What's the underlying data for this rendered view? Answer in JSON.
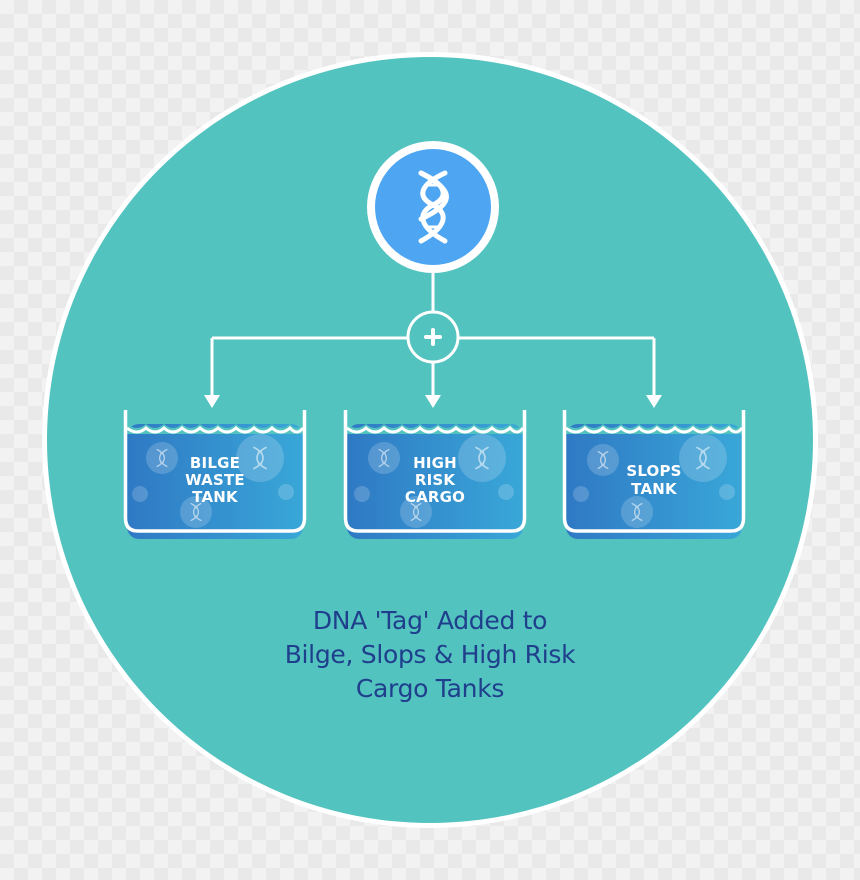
{
  "colors": {
    "circle_fill": "#52c3bf",
    "circle_ring": "#ffffff",
    "dna_badge": "#4ea6f2",
    "tank_water_dark": "#2f79c4",
    "tank_water_light": "#39a7d8",
    "caption": "#1f3f8c"
  },
  "diagram": {
    "top_node_icon": "dna-icon",
    "junction_icon": "plus-icon",
    "tanks": [
      {
        "id": "bilge",
        "label_lines": [
          "BILGE",
          "WASTE",
          "TANK"
        ]
      },
      {
        "id": "cargo",
        "label_lines": [
          "HIGH",
          "RISK",
          "CARGO"
        ]
      },
      {
        "id": "slops",
        "label_lines": [
          "SLOPS",
          "TANK"
        ]
      }
    ]
  },
  "caption": {
    "lines": [
      "DNA 'Tag' Added to",
      "Bilge, Slops & High Risk",
      "Cargo Tanks"
    ]
  }
}
